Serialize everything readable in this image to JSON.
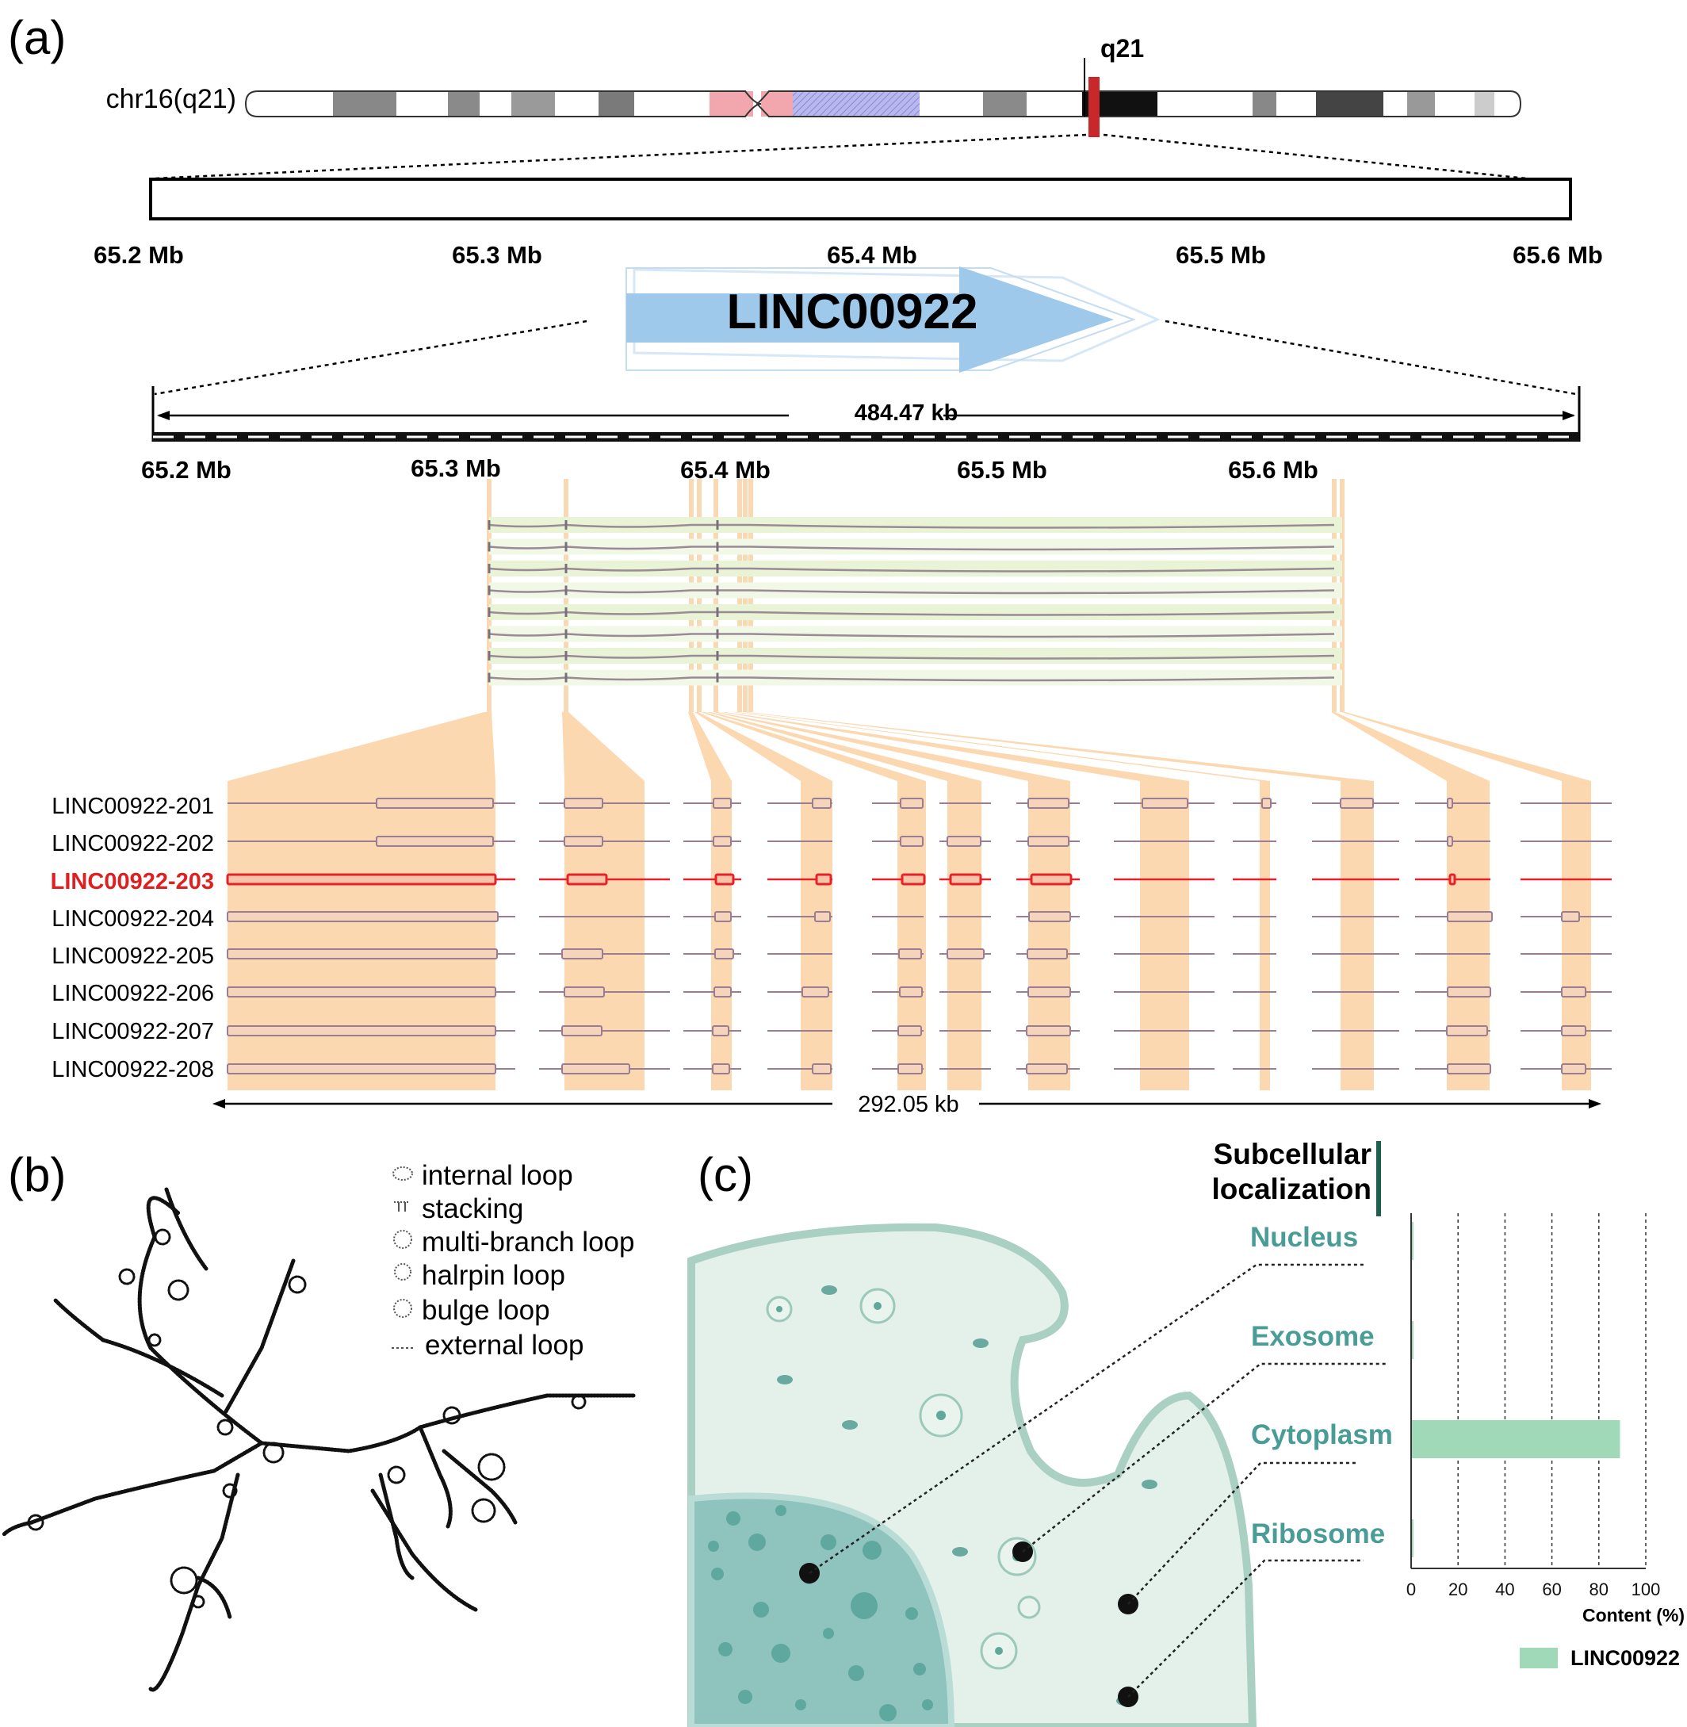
{
  "panel_a": {
    "label": "(a)",
    "chrom_label": "chr16(q21)",
    "band_label": "q21",
    "scale1_ticks": [
      "65.2 Mb",
      "65.3 Mb",
      "65.4 Mb",
      "65.5 Mb",
      "65.6 Mb"
    ],
    "gene_name": "LINC00922",
    "span_label": "484.47 kb",
    "scale2_ticks": [
      "65.2 Mb",
      "65.3 Mb",
      "65.4 Mb",
      "65.5 Mb",
      "65.6 Mb"
    ],
    "transcripts": [
      {
        "name": "LINC00922-201",
        "highlight": false
      },
      {
        "name": "LINC00922-202",
        "highlight": false
      },
      {
        "name": "LINC00922-203",
        "highlight": true
      },
      {
        "name": "LINC00922-204",
        "highlight": false
      },
      {
        "name": "LINC00922-205",
        "highlight": false
      },
      {
        "name": "LINC00922-206",
        "highlight": false
      },
      {
        "name": "LINC00922-207",
        "highlight": false
      },
      {
        "name": "LINC00922-208",
        "highlight": false
      }
    ],
    "bottom_span_label": "292.05 kb"
  },
  "panel_b": {
    "label": "(b)",
    "legend": [
      "internal loop",
      "stacking",
      "multi-branch loop",
      "halrpin loop",
      "bulge loop",
      "external loop"
    ]
  },
  "panel_c": {
    "label": "(c)",
    "title_line1": "Subcellular",
    "title_line2": "localization",
    "compartments": [
      "Nucleus",
      "Exosome",
      "Cytoplasm",
      "Ribosome"
    ],
    "xaxis_label": "Content (%)",
    "legend_label": "LINC00922"
  },
  "chart_data": {
    "type": "bar",
    "orientation": "horizontal",
    "categories": [
      "Nucleus",
      "Exosome",
      "Cytoplasm",
      "Ribosome"
    ],
    "series": [
      {
        "name": "LINC00922",
        "values": [
          1,
          1,
          89,
          1
        ]
      }
    ],
    "xlabel": "Content (%)",
    "xlim": [
      0,
      100
    ],
    "xticks": [
      "0",
      "20",
      "40",
      "60",
      "80",
      "100"
    ],
    "grid": "vertical dashed",
    "legend": "bottom-right",
    "colors": {
      "bar": "#9fd9b8",
      "label": "#4a9d96",
      "title_bar": "#1f5f4f"
    }
  }
}
